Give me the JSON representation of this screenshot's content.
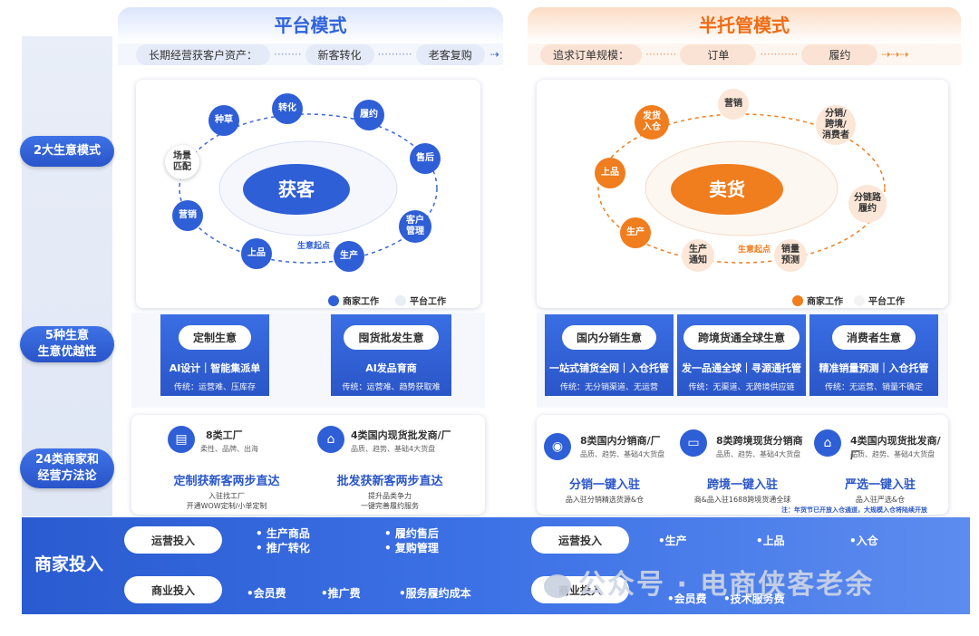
{
  "left_labels": [
    "2大生意模式",
    "5种生意\n生意优越性",
    "24类商家和\n经营方法论"
  ],
  "bottom_label": "商家投入",
  "platform": {
    "title": "平台模式",
    "flow": {
      "lead": "长期经营获客户资产：",
      "step1": "新客转化",
      "step2": "老客复购"
    },
    "center": "获客",
    "nodes": {
      "zhongcao": "种草",
      "zhuanhua": "转化",
      "lvyue": "履约",
      "shouhou": "售后",
      "kehu": "客户\n管理",
      "shengchan": "生产",
      "shangpin": "上品",
      "yingxiao": "营销",
      "changjing": "场景\n匹配"
    },
    "start_label": "生意起点",
    "legend": {
      "merchant": "商家工作",
      "platform": "平台工作"
    },
    "biz": [
      {
        "title": "定制生意",
        "line1": "AI设计｜智能集派单",
        "line2": "传统：运营难、压库存"
      },
      {
        "title": "囤货批发生意",
        "line1": "AI发品育商",
        "line2": "传统：运营难、趋势获取难"
      }
    ],
    "methods": [
      {
        "title": "8类工厂",
        "sub": "柔性、品牌、出海",
        "cta": "定制获新客两步直达",
        "note": "入驻找工厂\n开通WOW定制/小单定制"
      },
      {
        "title": "4类国内现货批发商/厂",
        "sub": "品质、趋势、基础4大货盘",
        "cta": "批发获新客两步直达",
        "note": "提升品类争力\n一键完善履约服务"
      }
    ],
    "invest": {
      "ops_label": "运营投入",
      "ops_items": [
        "生产商品",
        "推广转化",
        "履约售后",
        "复购管理"
      ],
      "biz_label": "商业投入",
      "biz_items": [
        "•会员费",
        "•推广费",
        "•服务履约成本"
      ]
    }
  },
  "hosting": {
    "title": "半托管模式",
    "flow": {
      "lead": "追求订单规模：",
      "step1": "订单",
      "step2": "履约"
    },
    "center": "卖货",
    "nodes": {
      "yingxiao": "营销",
      "fenxiao": "分销/\n跨境/\n消费者",
      "lianlu": "分链路\n履约",
      "xiaoliang": "销量\n预测",
      "tongzhi": "生产\n通知",
      "shengchan": "生产",
      "shangpin": "上品",
      "fahuo": "发货\n入仓"
    },
    "start_label": "生意起点",
    "legend": {
      "merchant": "商家工作",
      "platform": "平台工作"
    },
    "biz": [
      {
        "title": "国内分销生意",
        "line1": "一站式铺货全网｜入仓托管",
        "line2": "传统：无分销渠道、无运营"
      },
      {
        "title": "跨境货通全球生意",
        "line1": "发一品通全球｜寻源通托管",
        "line2": "传统：无渠道、无跨境供应链"
      },
      {
        "title": "消费者生意",
        "line1": "精准销量预测｜入仓托管",
        "line2": "传统：无运营、销量不确定"
      }
    ],
    "methods": [
      {
        "title": "8类国内分销商/厂",
        "sub": "品质、趋势、基础4大货盘",
        "cta": "分销一键入驻",
        "note": "品入驻分销精选货源&仓"
      },
      {
        "title": "8类跨境现货分销商",
        "sub": "品质、趋势、基础4大货盘",
        "cta": "跨境一键入驻",
        "note": "商&品入驻1688跨境货通全球"
      },
      {
        "title": "4类国内现货批发商/厂",
        "sub": "品质、趋势、基础4大货盘",
        "cta": "严选一键入驻",
        "note": "品入驻严选&仓"
      }
    ],
    "footnote": "注：年货节已开放入仓通道，大规模入仓将陆续开放",
    "invest": {
      "ops_label": "运营投入",
      "ops_items": [
        "•生产",
        "•上品",
        "•入仓"
      ],
      "biz_label": "商业投入",
      "biz_items": [
        "•会员费",
        "•技术服务费"
      ]
    }
  },
  "watermark": "公众号 · 电商侠客老余",
  "colors": {
    "blue": "#2f5fd6",
    "orange": "#f07d1e",
    "light_orange": "#fbe6d7"
  }
}
